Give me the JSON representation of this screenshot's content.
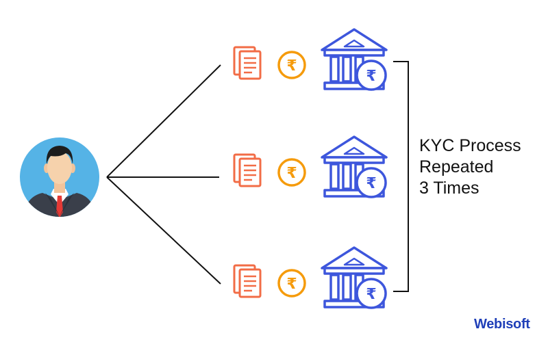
{
  "label": {
    "lines": [
      "KYC Process",
      "Repeated",
      "3 Times"
    ]
  },
  "brand": {
    "name": "Webisoft"
  },
  "icons": {
    "person": "businessman-avatar-icon",
    "document": "document-icon",
    "currency": "rupee-coin-icon",
    "bank": "bank-building-icon"
  },
  "colors": {
    "avatar_bg": "#55b3e6",
    "document": "#f26c46",
    "coin": "#f59b0c",
    "bank": "#3d56dc",
    "lines": "#111111",
    "brand": "#1f3fb8"
  },
  "rows": [
    {
      "currency_symbol": "₹"
    },
    {
      "currency_symbol": "₹"
    },
    {
      "currency_symbol": "₹"
    }
  ]
}
